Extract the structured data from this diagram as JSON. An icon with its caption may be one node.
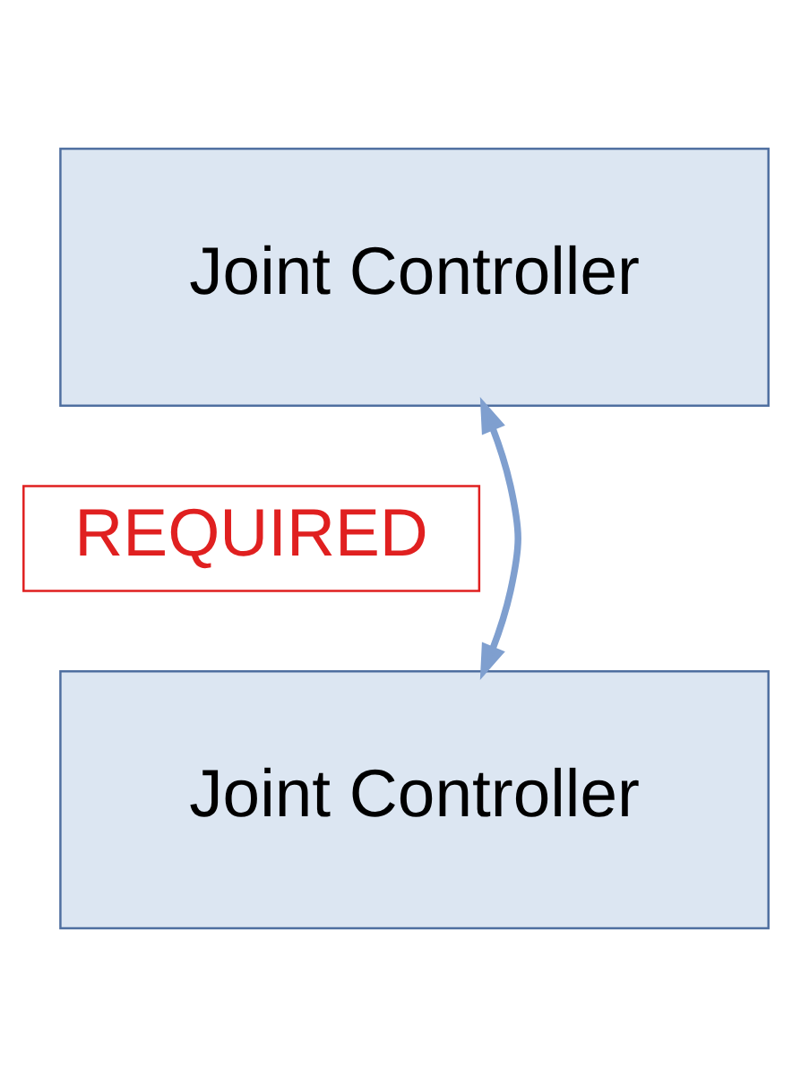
{
  "diagram": {
    "nodes": [
      {
        "text": [
          "Joint Controller"
        ]
      },
      {
        "text": [
          "REQUIRED"
        ]
      },
      {
        "text": [
          "Joint Controller"
        ]
      }
    ],
    "edges": [
      {
        "from": 0,
        "to": 2,
        "arrow": "both"
      }
    ]
  }
}
